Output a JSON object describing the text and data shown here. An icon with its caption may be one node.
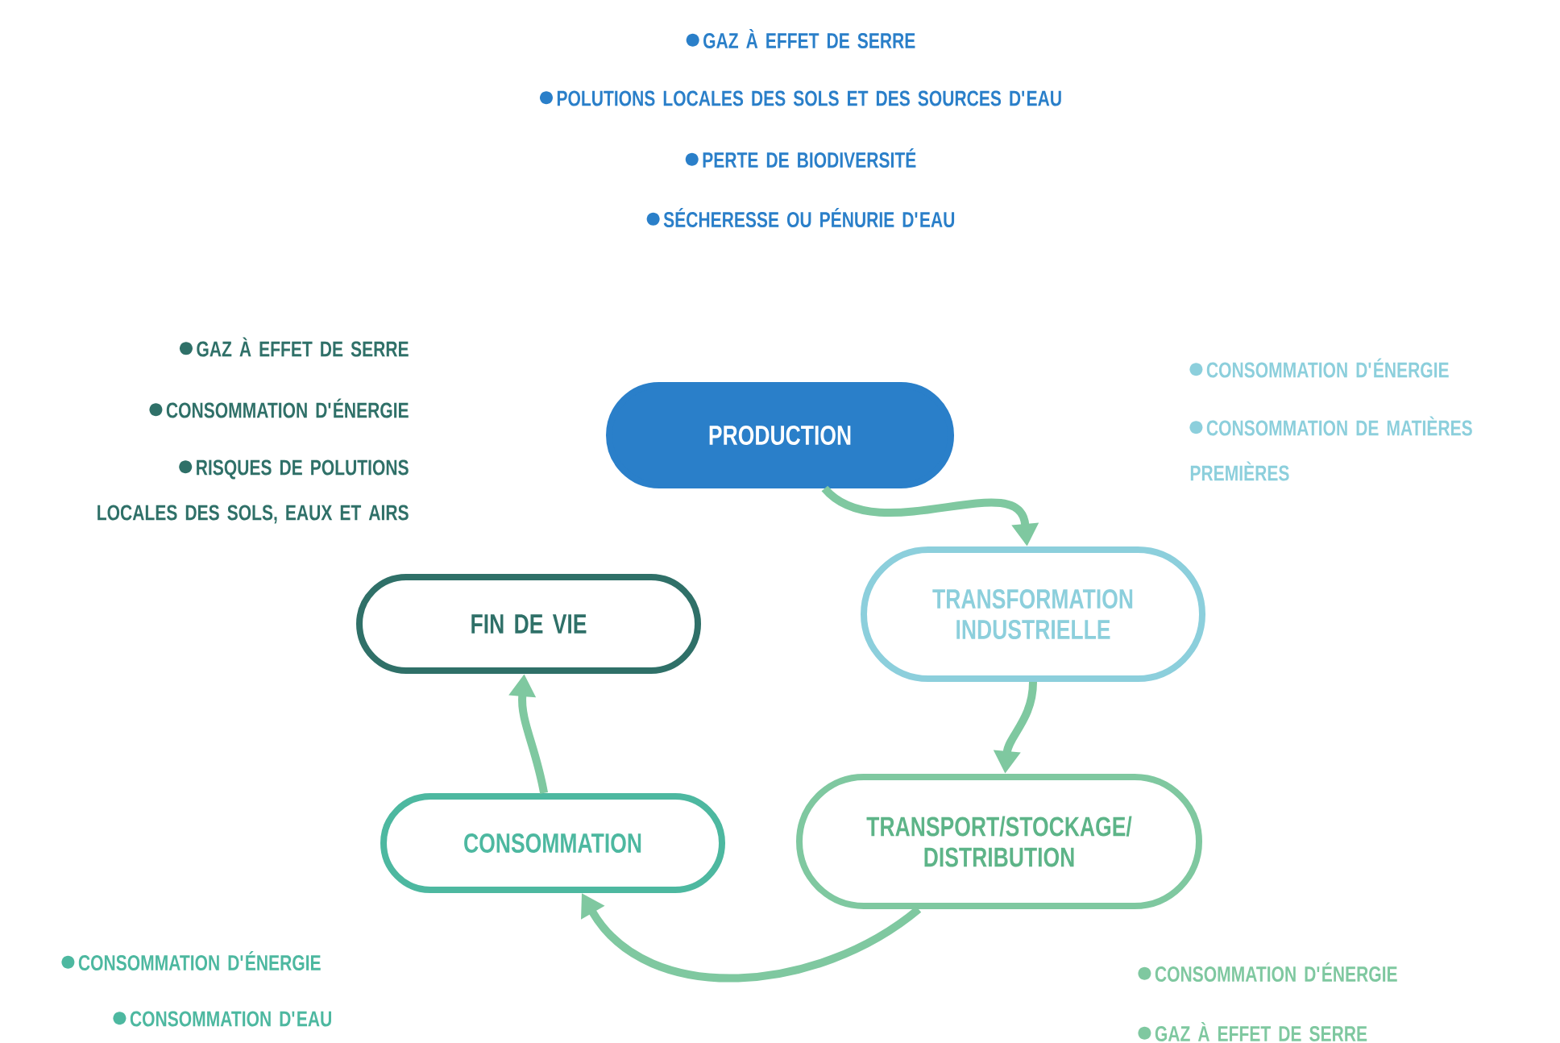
{
  "diagram": {
    "nodes": [
      {
        "text": [
          "PRODUCTION"
        ],
        "beside": [
          "GAZ À EFFET DE SERRE",
          "POLUTIONS LOCALES DES SOLS ET DES SOURCES D'EAU",
          "PERTE DE BIODIVERSITÉ",
          "SÉCHERESSE OU PÉNURIE D'EAU"
        ]
      },
      {
        "text": [
          "TRANSFORMATION INDUSTRIELLE"
        ],
        "beside": [
          "CONSOMMATION D'ÉNERGIE",
          "CONSOMMATION DE MATIÈRES PREMIÈRES"
        ]
      },
      {
        "text": [
          "TRANSPORT/STOCKAGE/ DISTRIBUTION"
        ],
        "beside": [
          "CONSOMMATION D'ÉNERGIE",
          "GAZ À EFFET DE SERRE"
        ]
      },
      {
        "text": [
          "CONSOMMATION"
        ],
        "beside": [
          "CONSOMMATION D'ÉNERGIE",
          "CONSOMMATION D'EAU"
        ]
      },
      {
        "text": [
          "FIN DE VIE"
        ],
        "beside": [
          "GAZ À EFFET DE SERRE",
          "CONSOMMATION D'ÉNERGIE",
          "RISQUES DE POLUTIONS LOCALES DES SOLS, EAUX ET AIRS"
        ]
      }
    ],
    "edges": [
      {
        "from": 0,
        "to": 1,
        "arrow": "to"
      },
      {
        "from": 1,
        "to": 2,
        "arrow": "to"
      },
      {
        "from": 2,
        "to": 3,
        "arrow": "to"
      },
      {
        "from": 3,
        "to": 4,
        "arrow": "to"
      }
    ]
  }
}
